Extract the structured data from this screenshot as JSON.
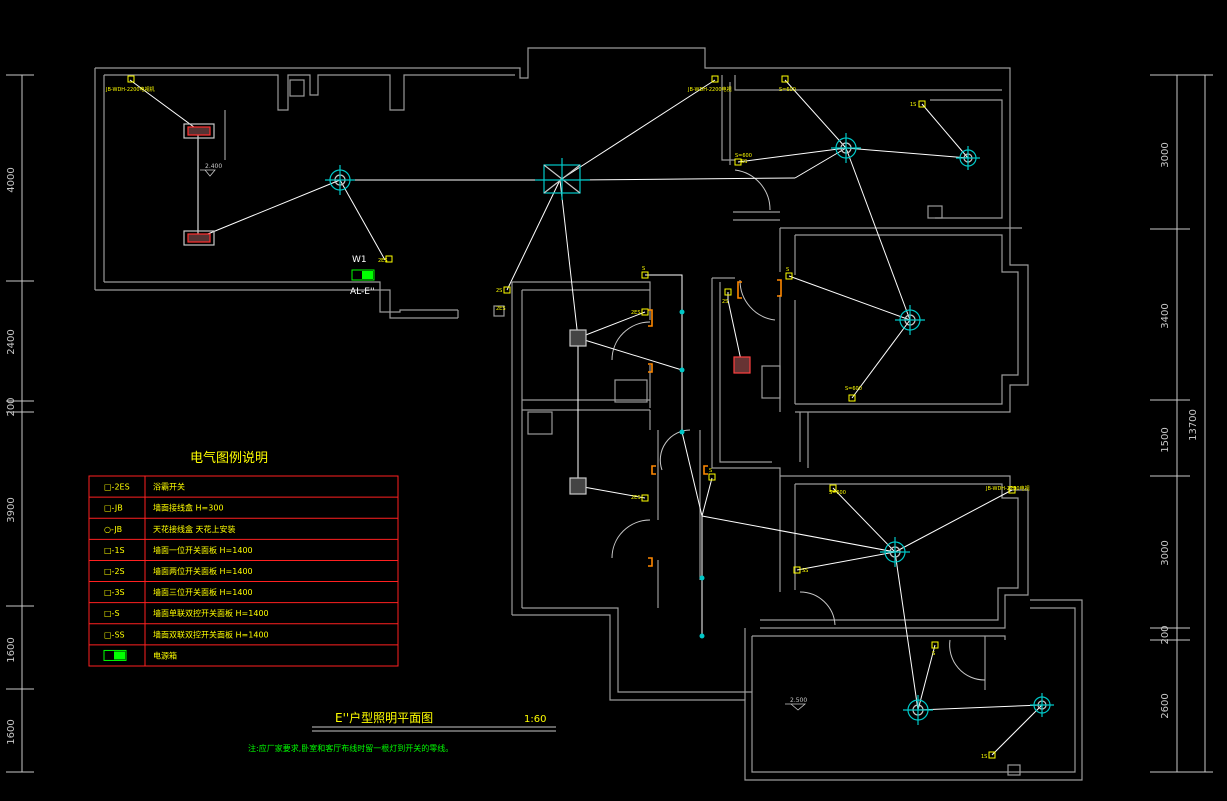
{
  "colors": {
    "background": "#000000",
    "wall": "#9a9a9a",
    "wiring": "#ffffff",
    "fixture": "#ffff00",
    "panel": "#00ff00",
    "door": "#ff8800",
    "lamp": "#00c8c8",
    "legend_frame": "#ff2020",
    "text": "#ffff00",
    "dim": "#ffffff"
  },
  "dimensions": {
    "left": [
      "4000",
      "2400",
      "200",
      "3900",
      "1600",
      "1600"
    ],
    "right": [
      "3000",
      "3400",
      "1500",
      "3000",
      "200",
      "2600"
    ],
    "right_total": "13700"
  },
  "plan": {
    "title": "E''户型照明平面图",
    "scale": "1:60",
    "note": "注:应厂家要求,卧室和客厅布线时留一根灯到开关的零线。",
    "panel_label": "AL-E''",
    "circuit_label": "W1",
    "level_1": "2.400",
    "level_2": "2.500"
  },
  "fixture_labels": {
    "jb_1": "JB-WDH-2200电视机",
    "jb_2": "JB-WDH-2200电视",
    "jb_3": "JB-WDH-2200电视",
    "s_1": "S=600",
    "s_2": "S=600",
    "s_3": "S=600",
    "s_4": "S=600",
    "s_5": "S",
    "s_6": "S",
    "s_7": "S",
    "s_8": "S",
    "ss_1": "SS",
    "ss_2": "SS",
    "s1_1": "1S",
    "s1_2": "1S",
    "s2_1": "2S",
    "s2_2": "2S",
    "es_1": "2ES",
    "es_2": "2ES",
    "es_3": "2ES",
    "es_4": "2ES"
  },
  "legend": {
    "title": "电气图例说明",
    "rows": [
      {
        "symbol": "□-2ES",
        "desc": "浴霸开关"
      },
      {
        "symbol": "□-JB",
        "desc": "墙面接线盒    H=300"
      },
      {
        "symbol": "○-JB",
        "desc": "天花接线盒    天花上安装"
      },
      {
        "symbol": "□-1S",
        "desc": "墙面一位开关面板    H=1400"
      },
      {
        "symbol": "□-2S",
        "desc": "墙面两位开关面板    H=1400"
      },
      {
        "symbol": "□-3S",
        "desc": "墙面三位开关面板    H=1400"
      },
      {
        "symbol": "□-S",
        "desc": "墙面单联双控开关面板    H=1400"
      },
      {
        "symbol": "□-SS",
        "desc": "墙面双联双控开关面板    H=1400"
      },
      {
        "symbol": "",
        "desc": "电源箱"
      }
    ]
  }
}
